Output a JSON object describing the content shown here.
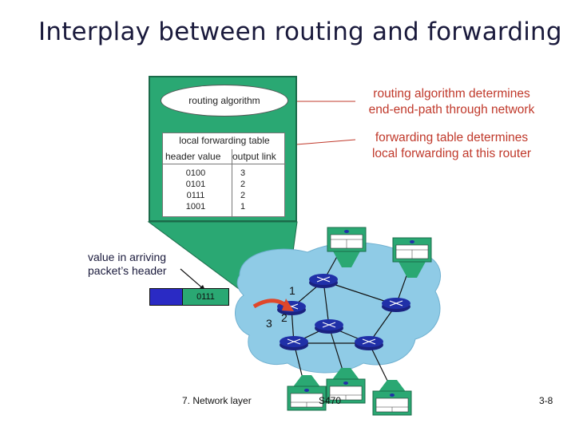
{
  "title": "Interplay between routing and forwarding",
  "router": {
    "algorithm_label": "routing algorithm",
    "table_title": "local forwarding table",
    "col_header_value": "header value",
    "col_output_link": "output link",
    "rows": [
      {
        "value": "0100",
        "link": "3"
      },
      {
        "value": "0101",
        "link": "2"
      },
      {
        "value": "0111",
        "link": "2"
      },
      {
        "value": "1001",
        "link": "1"
      }
    ]
  },
  "annotations": {
    "routing_line1": "routing algorithm determines",
    "routing_line2": "end-end-path through network",
    "forwarding_line1": "forwarding table determines",
    "forwarding_line2": "local forwarding at this router"
  },
  "arriving": {
    "line1": "value in arriving",
    "line2": "packet’s header",
    "packet_value": "0111"
  },
  "links": {
    "one": "1",
    "two": "2",
    "three": "3"
  },
  "footer": {
    "left": "7. Network layer",
    "center": "S470",
    "right": "3-8"
  },
  "colors": {
    "router_box": "#2aa873",
    "annotation": "#c0392b",
    "network_cloud": "#8fcbe6",
    "router_icon": "#2030a8",
    "packet": "#2a2ac4",
    "forward_arrow": "#e0472a"
  }
}
